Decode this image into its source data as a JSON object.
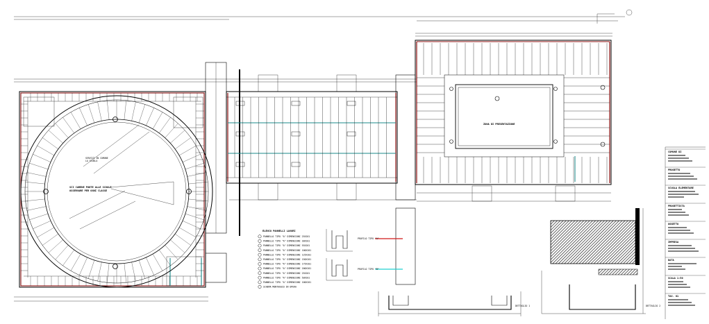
{
  "colors": {
    "ink": "#000000",
    "beam_red": "#8b1010",
    "legend_red": "#d01818",
    "legend_cyan": "#20d0d0",
    "teal": "#1a8a8a",
    "hatch": "#222222"
  },
  "circle_labels": {
    "left": "SCI CARENE PONTE ALLE SCUOLE",
    "left2": "OSSERVARE PER OGNI CLASSE",
    "top": "SERVIZI IN COMUNE",
    "top2": "LA SCUOLA"
  },
  "room_label": "ZONA DI PRESENTAZIONE",
  "legend": {
    "title": "ELENCO PANNELLI LAVORI",
    "items": [
      "PANNELLO TIPO \"A\"  DIMENSIONI 25X201",
      "PANNELLO TIPO \"A\"  DIMENSIONI 30X201",
      "PANNELLO TIPO \"A\"  DIMENSIONI 55X201",
      "PANNELLO TIPO \"A\"  DIMENSIONI 100X201",
      "PANNELLO TIPO \"A\"  DIMENSIONI 125X201",
      "PANNELLO TIPO \"A\"  DIMENSIONI 150X201",
      "PANNELLO TIPO \"A\"  DIMENSIONI 175X201",
      "PANNELLO TIPO \"A\"  DIMENSIONI 200X201",
      "PANNELLO TIPO \"A\"  DIMENSIONI 25X201",
      "PANNELLO TIPO \"A\"  DIMENSIONI 50X201",
      "PANNELLO TIPO \"A\"  DIMENSIONI 100X201",
      "SCHEMA MONTAGGIO IN OPERA"
    ]
  },
  "profiles": {
    "red_label": "PROFILO TIPO \"A\"",
    "cyan_label": "PROFILO TIPO \"B\""
  },
  "section_labels": {
    "bottom": "DETTAGLIO 1",
    "right": "DETTAGLIO 2"
  },
  "title_block": {
    "lines": [
      "COMUNE DI",
      "PROGETTO",
      "SCUOLA ELEMENTARE",
      "PROGETTISTA",
      "OGGETTO",
      "IMPRESA",
      "DATA",
      "SCALA 1:50",
      "TAV. 01"
    ]
  }
}
